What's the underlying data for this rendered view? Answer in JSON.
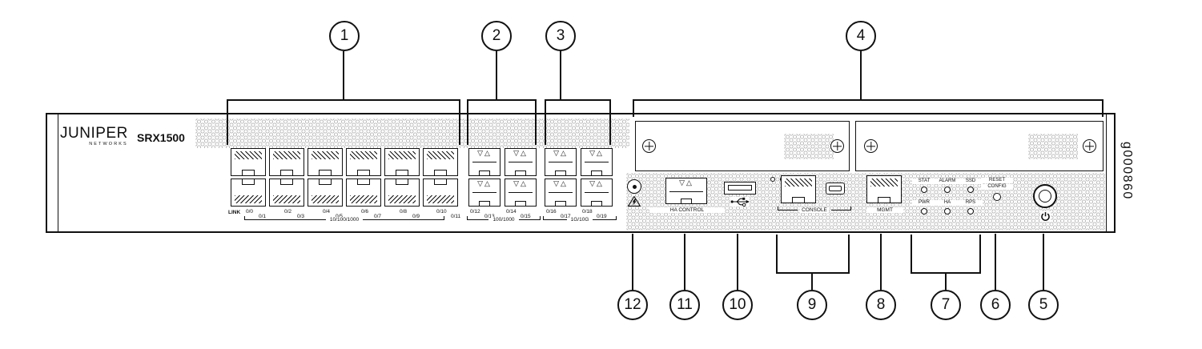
{
  "device": {
    "brand": "JUNIPER",
    "brand_sub": "NETWORKS",
    "model": "SRX1500",
    "figure_code": "g000860"
  },
  "callouts": {
    "top": [
      "1",
      "2",
      "3",
      "4"
    ],
    "bottom": [
      "12",
      "11",
      "10",
      "9",
      "8",
      "7",
      "6",
      "5"
    ]
  },
  "eth_ports": {
    "link_label": "LINK",
    "labels": [
      "0/0",
      "0/1",
      "0/2",
      "0/3",
      "0/4",
      "0/5",
      "0/6",
      "0/7",
      "0/8",
      "0/9",
      "0/10",
      "0/11"
    ],
    "speed_label": "10/100/1000"
  },
  "sfp_ports": {
    "labels": [
      "0/12",
      "0/13",
      "0/14",
      "0/15"
    ],
    "speed_label": "100/1000"
  },
  "sfp_plus_ports": {
    "labels": [
      "0/16",
      "0/17",
      "0/18",
      "0/19"
    ],
    "speed_label": "1G/10G"
  },
  "control_panel": {
    "ha_label": "HA CONTROL",
    "console_label": "CONSOLE",
    "mgmt_label": "MGMT",
    "reset_line1": "RESET",
    "reset_line2": "CONFIG",
    "leds_row1": [
      "STAT",
      "ALARM",
      "SSD"
    ],
    "leds_row2": [
      "PWR",
      "HA",
      "RPS"
    ]
  },
  "icons": {
    "sfp_markers": "▽△"
  }
}
